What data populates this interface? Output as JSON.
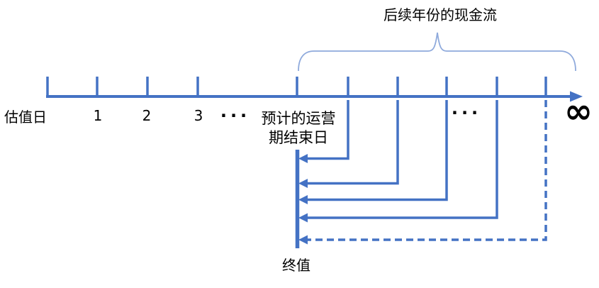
{
  "colors": {
    "line": "#4472C4",
    "brace": "#8FAADC",
    "text": "#000000",
    "background": "#FFFFFF"
  },
  "top_annotation": {
    "label": "后续年份的现金流"
  },
  "timeline": {
    "valuation_date_label": "估值日",
    "year_labels": [
      "1",
      "2",
      "3"
    ],
    "ellipsis": "···",
    "forecast_period_end_line1": "预计的运营",
    "forecast_period_end_line2": "期结束日",
    "infinity_symbol": "∞"
  },
  "terminal_value": {
    "label": "终值"
  }
}
